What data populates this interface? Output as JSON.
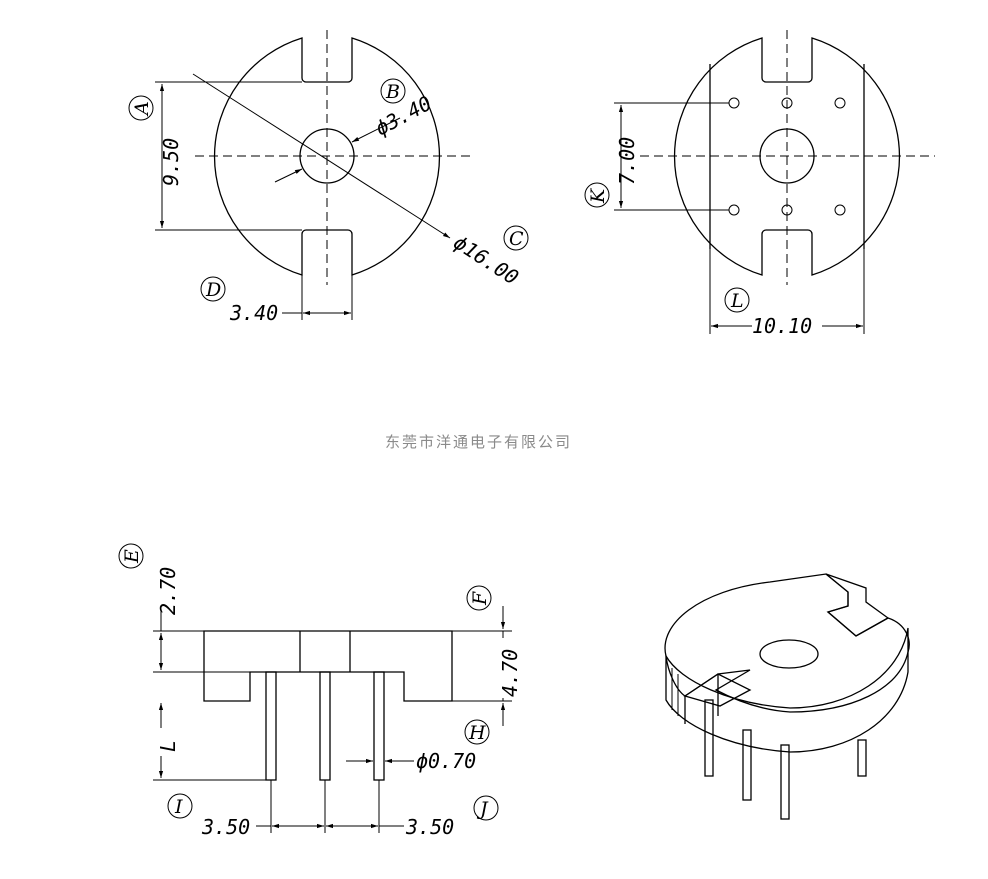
{
  "company_name": "东莞市洋通电子有限公司",
  "dimensions": {
    "height_a": "9.50",
    "hole_b": "ϕ3.40",
    "diameter_c": "ϕ16.00",
    "slot_d": "3.40",
    "pin_spacing_k": "7.00",
    "width_l": "10.10",
    "flange_e": "2.70",
    "height_f": "4.70",
    "pin_length": "L",
    "pin_dia_h": "ϕ0.70",
    "pin_pitch_i": "3.50",
    "pin_pitch_j": "3.50"
  },
  "callouts": {
    "a": "A",
    "b": "B",
    "c": "C",
    "d": "D",
    "e": "E",
    "f": "F",
    "h": "H",
    "i": "I",
    "j": "J",
    "k": "K",
    "l": "L"
  }
}
